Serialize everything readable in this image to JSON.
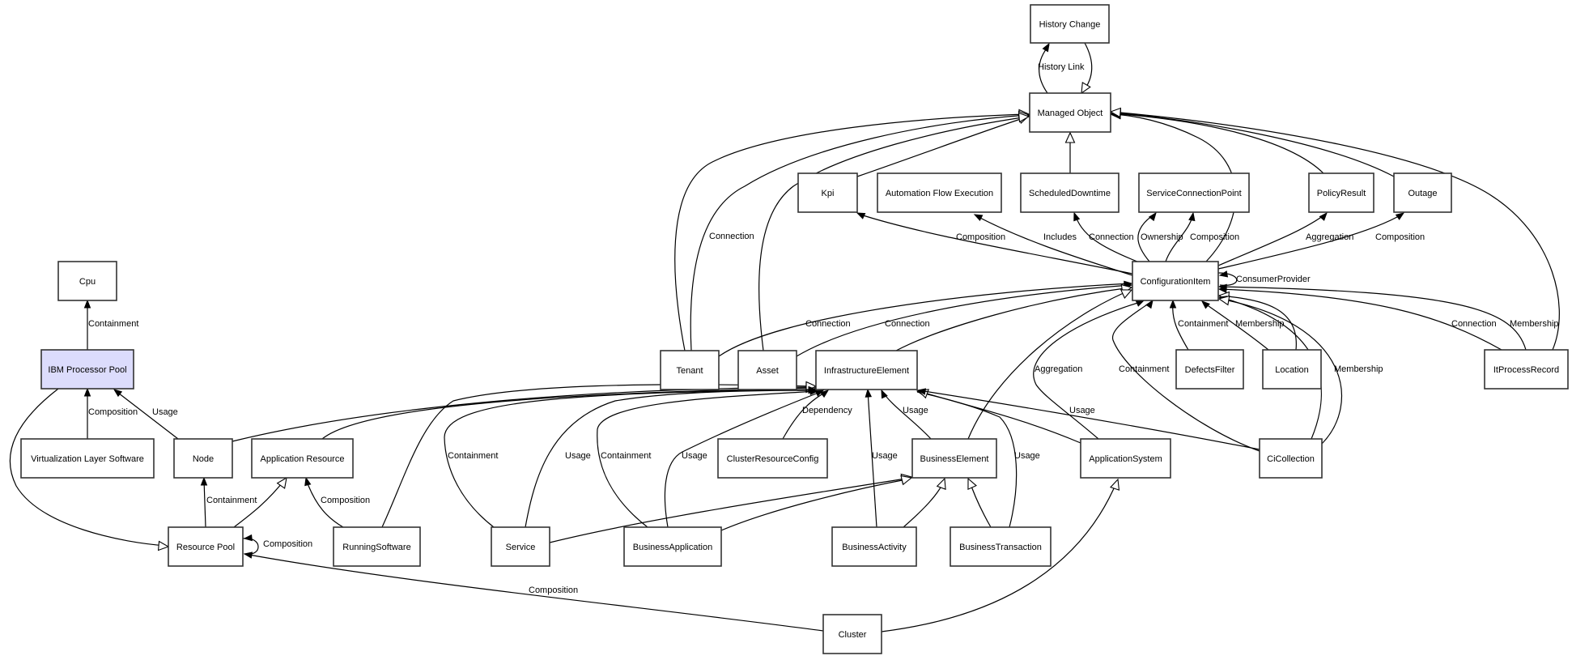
{
  "diagram": {
    "title": "",
    "highlight_color": "#dcdcfc",
    "nodes": [
      {
        "id": "history_change",
        "label": "History Change"
      },
      {
        "id": "managed_object",
        "label": "Managed Object"
      },
      {
        "id": "kpi",
        "label": "Kpi"
      },
      {
        "id": "automation_flow_execution",
        "label": "Automation Flow Execution"
      },
      {
        "id": "scheduled_downtime",
        "label": "ScheduledDowntime"
      },
      {
        "id": "service_connection_point",
        "label": "ServiceConnectionPoint"
      },
      {
        "id": "policy_result",
        "label": "PolicyResult"
      },
      {
        "id": "outage",
        "label": "Outage"
      },
      {
        "id": "configuration_item",
        "label": "ConfigurationItem"
      },
      {
        "id": "cpu",
        "label": "Cpu"
      },
      {
        "id": "ibm_processor_pool",
        "label": "IBM Processor Pool",
        "highlighted": true
      },
      {
        "id": "tenant",
        "label": "Tenant"
      },
      {
        "id": "asset",
        "label": "Asset"
      },
      {
        "id": "infrastructure_element",
        "label": "InfrastructureElement"
      },
      {
        "id": "defects_filter",
        "label": "DefectsFilter"
      },
      {
        "id": "location",
        "label": "Location"
      },
      {
        "id": "it_process_record",
        "label": "ItProcessRecord"
      },
      {
        "id": "virtualization_layer_software",
        "label": "Virtualization Layer Software"
      },
      {
        "id": "node",
        "label": "Node"
      },
      {
        "id": "application_resource",
        "label": "Application Resource"
      },
      {
        "id": "cluster_resource_config",
        "label": "ClusterResourceConfig"
      },
      {
        "id": "business_element",
        "label": "BusinessElement"
      },
      {
        "id": "application_system",
        "label": "ApplicationSystem"
      },
      {
        "id": "ci_collection",
        "label": "CiCollection"
      },
      {
        "id": "resource_pool",
        "label": "Resource Pool"
      },
      {
        "id": "running_software",
        "label": "RunningSoftware"
      },
      {
        "id": "service",
        "label": "Service"
      },
      {
        "id": "business_application",
        "label": "BusinessApplication"
      },
      {
        "id": "business_activity",
        "label": "BusinessActivity"
      },
      {
        "id": "business_transaction",
        "label": "BusinessTransaction"
      },
      {
        "id": "cluster",
        "label": "Cluster"
      }
    ],
    "edges": [
      {
        "id": "e1",
        "from": "managed_object",
        "to": "history_change",
        "label": "History Link",
        "arrow": "filled"
      },
      {
        "id": "e2",
        "from": "history_change",
        "to": "managed_object",
        "label": "",
        "arrow": "hollow"
      },
      {
        "id": "e3",
        "from": "scheduled_downtime",
        "to": "managed_object",
        "label": "",
        "arrow": "hollow"
      },
      {
        "id": "e4",
        "from": "kpi",
        "to": "managed_object",
        "label": "",
        "arrow": "hollow"
      },
      {
        "id": "e5",
        "from": "tenant",
        "to": "managed_object",
        "label": "",
        "arrow": "hollow"
      },
      {
        "id": "e6",
        "from": "tenant",
        "to": "managed_object",
        "label": "Connection",
        "arrow": "hollow"
      },
      {
        "id": "e7",
        "from": "asset",
        "to": "managed_object",
        "label": "",
        "arrow": "hollow"
      },
      {
        "id": "e8",
        "from": "configuration_item",
        "to": "managed_object",
        "label": "",
        "arrow": "hollow"
      },
      {
        "id": "e9",
        "from": "policy_result",
        "to": "managed_object",
        "label": "",
        "arrow": "hollow"
      },
      {
        "id": "e10",
        "from": "outage",
        "to": "managed_object",
        "label": "",
        "arrow": "hollow"
      },
      {
        "id": "e11",
        "from": "it_process_record",
        "to": "managed_object",
        "label": "",
        "arrow": "hollow"
      },
      {
        "id": "e12",
        "from": "configuration_item",
        "to": "kpi",
        "label": "Composition",
        "arrow": "filled"
      },
      {
        "id": "e13",
        "from": "configuration_item",
        "to": "automation_flow_execution",
        "label": "Includes",
        "arrow": "filled"
      },
      {
        "id": "e14",
        "from": "configuration_item",
        "to": "scheduled_downtime",
        "label": "Connection",
        "arrow": "filled"
      },
      {
        "id": "e15",
        "from": "configuration_item",
        "to": "service_connection_point",
        "label": "Ownership",
        "arrow": "filled"
      },
      {
        "id": "e16",
        "from": "configuration_item",
        "to": "service_connection_point",
        "label": "Composition",
        "arrow": "filled"
      },
      {
        "id": "e17",
        "from": "configuration_item",
        "to": "policy_result",
        "label": "Aggregation",
        "arrow": "filled"
      },
      {
        "id": "e18",
        "from": "configuration_item",
        "to": "outage",
        "label": "Composition",
        "arrow": "filled"
      },
      {
        "id": "e19",
        "from": "configuration_item",
        "to": "configuration_item",
        "label": "ConsumerProvider",
        "arrow": "filled"
      },
      {
        "id": "e20",
        "from": "tenant",
        "to": "configuration_item",
        "label": "Connection",
        "arrow": "filled"
      },
      {
        "id": "e21",
        "from": "asset",
        "to": "configuration_item",
        "label": "Connection",
        "arrow": "filled"
      },
      {
        "id": "e22",
        "from": "infrastructure_element",
        "to": "configuration_item",
        "label": "",
        "arrow": "hollow"
      },
      {
        "id": "e23",
        "from": "business_element",
        "to": "configuration_item",
        "label": "",
        "arrow": "hollow"
      },
      {
        "id": "e24",
        "from": "application_system",
        "to": "configuration_item",
        "label": "Aggregation",
        "arrow": "filled"
      },
      {
        "id": "e25",
        "from": "ci_collection",
        "to": "configuration_item",
        "label": "Containment",
        "arrow": "filled"
      },
      {
        "id": "e26",
        "from": "defects_filter",
        "to": "configuration_item",
        "label": "Containment",
        "arrow": "filled"
      },
      {
        "id": "e27",
        "from": "location",
        "to": "configuration_item",
        "label": "Membership",
        "arrow": "filled"
      },
      {
        "id": "e28",
        "from": "location",
        "to": "configuration_item",
        "label": "",
        "arrow": "hollow"
      },
      {
        "id": "e29",
        "from": "ci_collection",
        "to": "configuration_item",
        "label": "Membership",
        "arrow": "filled"
      },
      {
        "id": "e30",
        "from": "ci_collection",
        "to": "configuration_item",
        "label": "",
        "arrow": "hollow"
      },
      {
        "id": "e31",
        "from": "it_process_record",
        "to": "configuration_item",
        "label": "Connection",
        "arrow": "filled"
      },
      {
        "id": "e32",
        "from": "it_process_record",
        "to": "configuration_item",
        "label": "Membership",
        "arrow": "filled"
      },
      {
        "id": "e33",
        "from": "ibm_processor_pool",
        "to": "cpu",
        "label": "Containment",
        "arrow": "filled"
      },
      {
        "id": "e34",
        "from": "virtualization_layer_software",
        "to": "ibm_processor_pool",
        "label": "Composition",
        "arrow": "filled"
      },
      {
        "id": "e35",
        "from": "node",
        "to": "ibm_processor_pool",
        "label": "Usage",
        "arrow": "filled"
      },
      {
        "id": "e36",
        "from": "ibm_processor_pool",
        "to": "resource_pool",
        "label": "",
        "arrow": "hollow"
      },
      {
        "id": "e37",
        "from": "resource_pool",
        "to": "node",
        "label": "Containment",
        "arrow": "filled"
      },
      {
        "id": "e38",
        "from": "resource_pool",
        "to": "application_resource",
        "label": "",
        "arrow": "hollow"
      },
      {
        "id": "e39",
        "from": "running_software",
        "to": "application_resource",
        "label": "Composition",
        "arrow": "filled"
      },
      {
        "id": "e40",
        "from": "resource_pool",
        "to": "resource_pool",
        "label": "Composition",
        "arrow": "filled"
      },
      {
        "id": "e41",
        "from": "cluster",
        "to": "resource_pool",
        "label": "Composition",
        "arrow": "filled"
      },
      {
        "id": "e42",
        "from": "node",
        "to": "infrastructure_element",
        "label": "",
        "arrow": "hollow"
      },
      {
        "id": "e43",
        "from": "application_resource",
        "to": "infrastructure_element",
        "label": "",
        "arrow": "hollow"
      },
      {
        "id": "e44",
        "from": "running_software",
        "to": "infrastructure_element",
        "label": "",
        "arrow": "hollow"
      },
      {
        "id": "e45",
        "from": "service",
        "to": "infrastructure_element",
        "label": "Containment",
        "arrow": "filled"
      },
      {
        "id": "e46",
        "from": "service",
        "to": "infrastructure_element",
        "label": "Usage",
        "arrow": "filled"
      },
      {
        "id": "e47",
        "from": "business_application",
        "to": "infrastructure_element",
        "label": "Containment",
        "arrow": "filled"
      },
      {
        "id": "e48",
        "from": "business_application",
        "to": "infrastructure_element",
        "label": "Usage",
        "arrow": "filled"
      },
      {
        "id": "e49",
        "from": "cluster_resource_config",
        "to": "infrastructure_element",
        "label": "Dependency",
        "arrow": "filled"
      },
      {
        "id": "e50",
        "from": "business_activity",
        "to": "infrastructure_element",
        "label": "Usage",
        "arrow": "filled"
      },
      {
        "id": "e51",
        "from": "business_element",
        "to": "infrastructure_element",
        "label": "Usage",
        "arrow": "filled"
      },
      {
        "id": "e52",
        "from": "business_transaction",
        "to": "infrastructure_element",
        "label": "Usage",
        "arrow": "filled"
      },
      {
        "id": "e53",
        "from": "application_system",
        "to": "infrastructure_element",
        "label": "",
        "arrow": "hollow"
      },
      {
        "id": "e54",
        "from": "ci_collection",
        "to": "infrastructure_element",
        "label": "Usage",
        "arrow": "filled"
      },
      {
        "id": "e55",
        "from": "service",
        "to": "business_element",
        "label": "",
        "arrow": "hollow"
      },
      {
        "id": "e56",
        "from": "business_application",
        "to": "business_element",
        "label": "",
        "arrow": "hollow"
      },
      {
        "id": "e57",
        "from": "business_activity",
        "to": "business_element",
        "label": "",
        "arrow": "hollow"
      },
      {
        "id": "e58",
        "from": "business_transaction",
        "to": "business_element",
        "label": "",
        "arrow": "hollow"
      },
      {
        "id": "e59",
        "from": "cluster",
        "to": "application_system",
        "label": "",
        "arrow": "hollow"
      }
    ]
  }
}
